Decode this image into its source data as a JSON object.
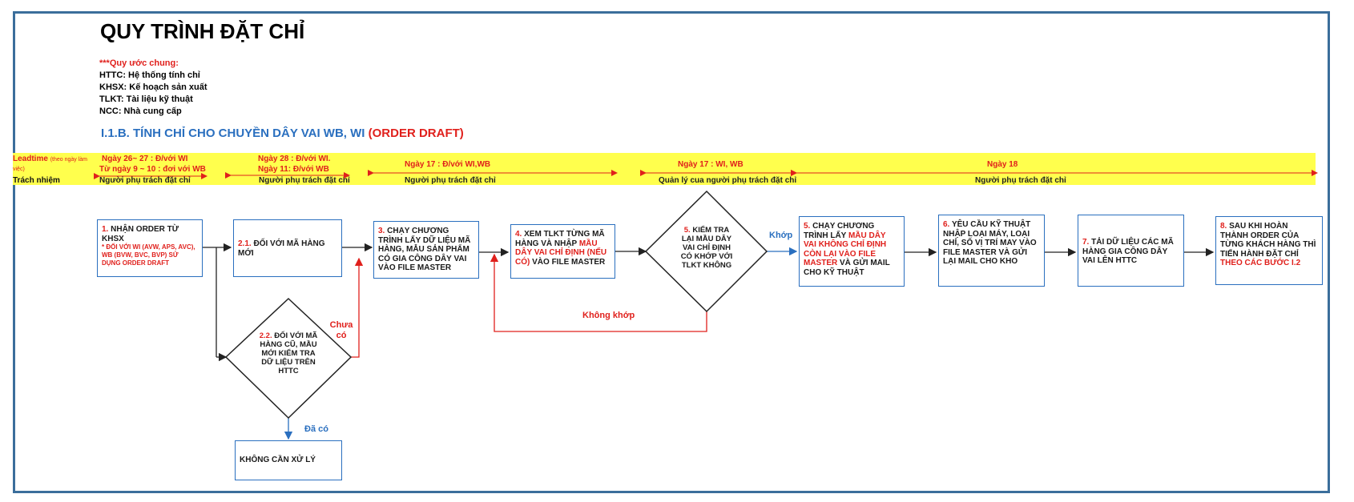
{
  "title": "QUY TRÌNH ĐẶT CHỈ",
  "legend": {
    "heading": "***Quy ước chung:",
    "items": [
      "HTTC: Hệ thống tính chỉ",
      "KHSX: Kế hoạch sản xuất",
      "TLKT: Tài liệu kỹ thuật",
      "NCC: Nhà cung cấp"
    ]
  },
  "section": {
    "title": "I.1.B. TÍNH CHỈ CHO CHUYỀN DÂY VAI WB, WI",
    "highlight": "(ORDER DRAFT)"
  },
  "band": {
    "leadtime_label": "Leadtime",
    "leadtime_note": "(theo ngày làm việc)",
    "responsibility_label": "Trách nhiệm",
    "days": [
      "Ngày 26~ 27  : Đ/với WI",
      "Từ ngày 9 ~ 10 : đơi với WB",
      "Ngày 28 : Đ/với WI.",
      "Ngày 11: Đ/với WB",
      "Ngày 17 : Đ/với WI,WB",
      "Ngày 17 : WI, WB",
      "Ngày 18"
    ],
    "responsibles": [
      "Người phụ trách đặt chỉ",
      "Người phụ trách đặt chỉ",
      "Người phụ trách đặt chỉ",
      "Quản lý cua người phụ trách đặt chỉ",
      "Người phụ trách đặt chỉ"
    ]
  },
  "steps": {
    "s1": {
      "num": "1.",
      "text": "NHẬN ORDER TỪ KHSX",
      "note": "* ĐỐI VỚI WI (AVW, APS, AVC), WB (BVW, BVC, BVP) SỬ DỤNG ORDER DRAFT"
    },
    "s21": {
      "num": "2.1.",
      "text": "ĐỐI VỚI MÃ HÀNG MỚI"
    },
    "s22": {
      "num": "2.2.",
      "text": "ĐỐI VỚI MÃ HÀNG CŨ, MẦU MỚI KIỂM TRA DỮ LIỆU TRÊN HTTC"
    },
    "s3": {
      "num": "3.",
      "text": "CHẠY CHƯƠNG TRÌNH LẤY DỮ LIỆU MÃ HÀNG, MẪU SẢN PHẨM CÓ GIA CÔNG DÂY VAI VÀO FILE MASTER"
    },
    "s4": {
      "num": "4.",
      "text": "XEM TLKT TỪNG MÃ HÀNG VÀ NHẬP",
      "red": "MẦU DÂY VAI CHỈ ĐỊNH (NẾU CÓ)",
      "text2": "VÀO FILE MASTER"
    },
    "s5d": {
      "num": "5.",
      "text": "KIỂM TRA LẠI MẦU DÂY VAI CHỈ ĐỊNH CÓ KHỚP VỚI TLKT KHÔNG"
    },
    "s5": {
      "num": "5.",
      "text": "CHẠY CHƯƠNG TRÌNH LẤY",
      "red": "MẦU DÂY VAI KHÔNG CHỈ ĐỊNH CÒN LẠI VÀO FILE MASTER",
      "text2": "VÀ GỬI MAIL CHO KỸ THUẬT"
    },
    "s6": {
      "num": "6.",
      "text": "YÊU CẦU KỸ THUẬT NHẬP LOẠI MÁY, LOẠI CHỈ, SỐ VỊ TRÍ MAY VÀO FILE MASTER VÀ GỬI LẠI MAIL CHO KHO"
    },
    "s7": {
      "num": "7.",
      "text": "TẢI DỮ LIỆU CÁC MÃ HÀNG GIA CÔNG DÂY VAI LÊN HTTC"
    },
    "s8": {
      "num": "8.",
      "text": "SAU KHI HOÀN THÀNH ORDER CỦA TỪNG KHÁCH HÀNG THÌ TIẾN HÀNH ĐẶT CHỈ",
      "red": "THEO CÁC BƯỚC I.2"
    },
    "noaction": {
      "text": "KHÔNG CẦN XỬ LÝ"
    }
  },
  "edges": {
    "match": "Khớp",
    "nomatch": "Không khớp",
    "notyet": "Chưa có",
    "already": "Đã có"
  },
  "colors": {
    "accent_blue": "#2a6fbf",
    "red": "#e0201c",
    "band_yellow": "#ffff4d",
    "frame": "#3b6e9b"
  }
}
